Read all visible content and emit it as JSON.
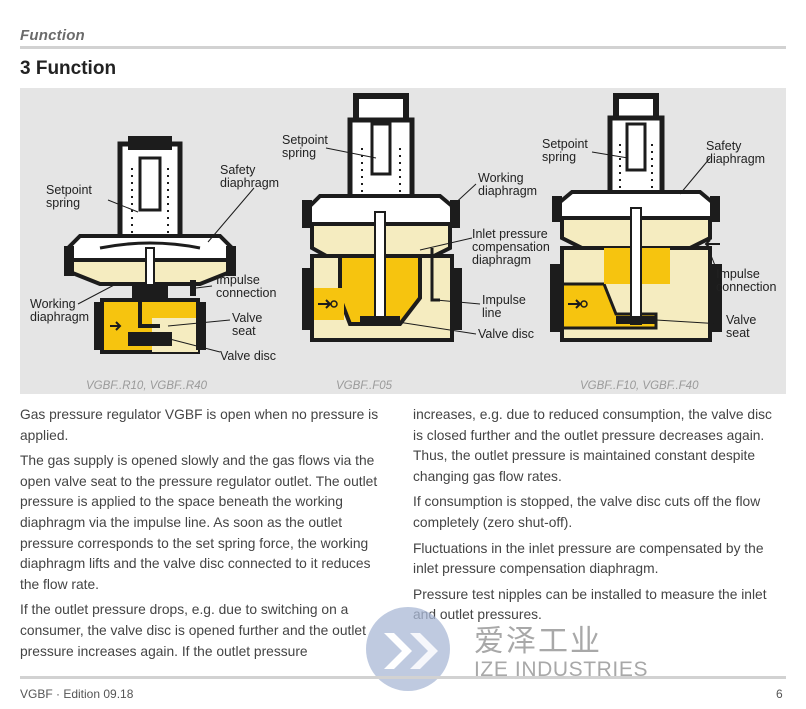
{
  "header": {
    "section": "Function",
    "title": "3 Function"
  },
  "figure": {
    "left": {
      "labels": {
        "setpoint_spring": "Setpoint\nspring",
        "safety_diaphragm": "Safety\ndiaphragm",
        "working_diaphragm": "Working\ndiaphragm",
        "impulse_connection": "Impulse\nconnection",
        "valve_seat": "Valve\nseat",
        "valve_disc": "Valve disc"
      },
      "caption": "VGBF..R10, VGBF..R40"
    },
    "middle": {
      "labels": {
        "setpoint_spring": "Setpoint\nspring",
        "working_diaphragm": "Working\ndiaphragm",
        "inlet_comp": "Inlet pressure\ncompensation\ndiaphragm",
        "impulse_line": "Impulse\nline",
        "valve_disc": "Valve disc"
      },
      "caption": "VGBF..F05"
    },
    "right": {
      "labels": {
        "setpoint_spring": "Setpoint\nspring",
        "safety_diaphragm": "Safety\ndiaphragm",
        "impulse_connection": "Impulse\nconnection",
        "valve_seat": "Valve\nseat"
      },
      "caption": "VGBF..F10, VGBF..F40"
    }
  },
  "text": {
    "left": [
      "Gas pressure regulator VGBF is open when no pressure is applied.",
      "The gas supply is opened slowly and the gas flows via the open valve seat to the pressure regulator outlet. The outlet pressure is applied to the space beneath the working diaphragm via the impulse line. As soon as the outlet pressure corresponds to the set spring force, the working diaphragm lifts and the valve disc connected to it reduces the flow rate.",
      "If the outlet pressure drops, e.g. due to switching on a consumer, the valve disc is opened further and the outlet pressure increases again. If the outlet pressure"
    ],
    "right": [
      "increases, e.g. due to reduced consumption, the valve disc is closed further and the outlet pressure decreases again. Thus, the outlet pressure is maintained constant despite changing gas flow rates.",
      "If consumption is stopped, the valve disc cuts off the flow completely (zero shut-off).",
      "Fluctuations in the inlet pressure are compensated by the inlet pressure compensation diaphragm.",
      "Pressure test nipples can be installed to measure the inlet and outlet pressures."
    ]
  },
  "watermark": {
    "cn": "爱泽工业",
    "en": "IZE INDUSTRIES"
  },
  "footer": {
    "left": "VGBF · Edition 09.18",
    "page": "6"
  },
  "colors": {
    "gas_inlet": "#f6c40f",
    "gas_outlet": "#f5ecc0",
    "panel": "#e5e5e5",
    "body": "#1c1c1c",
    "rule": "#d2d2d2"
  }
}
